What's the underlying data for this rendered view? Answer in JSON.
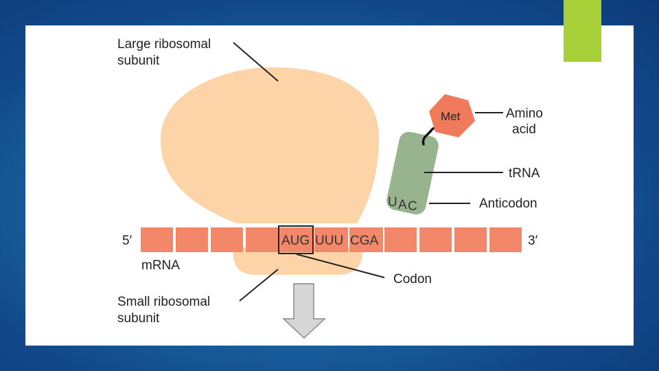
{
  "diagram": {
    "labels": {
      "large_subunit_line1": "Large ribosomal",
      "large_subunit_line2": "subunit",
      "small_subunit_line1": "Small ribosomal",
      "small_subunit_line2": "subunit",
      "amino_acid_line1": "Amino",
      "amino_acid_line2": "acid",
      "trna": "tRNA",
      "anticodon": "Anticodon",
      "codon": "Codon",
      "mrna": "mRNA",
      "five_prime": "5′",
      "three_prime": "3′"
    },
    "amino_acid_name": "Met",
    "anticodon_sequence": [
      "U",
      "A",
      "C"
    ],
    "mrna_codons": [
      "AUG",
      "UUU",
      "CGA"
    ],
    "colors": {
      "background": "#1c6aa6",
      "accent": "#a6cf38",
      "ribosome": "#fdd3a8",
      "mrna": "#f2876a",
      "trna": "#97b48e",
      "amino_acid": "#ef7a5c",
      "arrow": "#d6d6d6"
    }
  }
}
